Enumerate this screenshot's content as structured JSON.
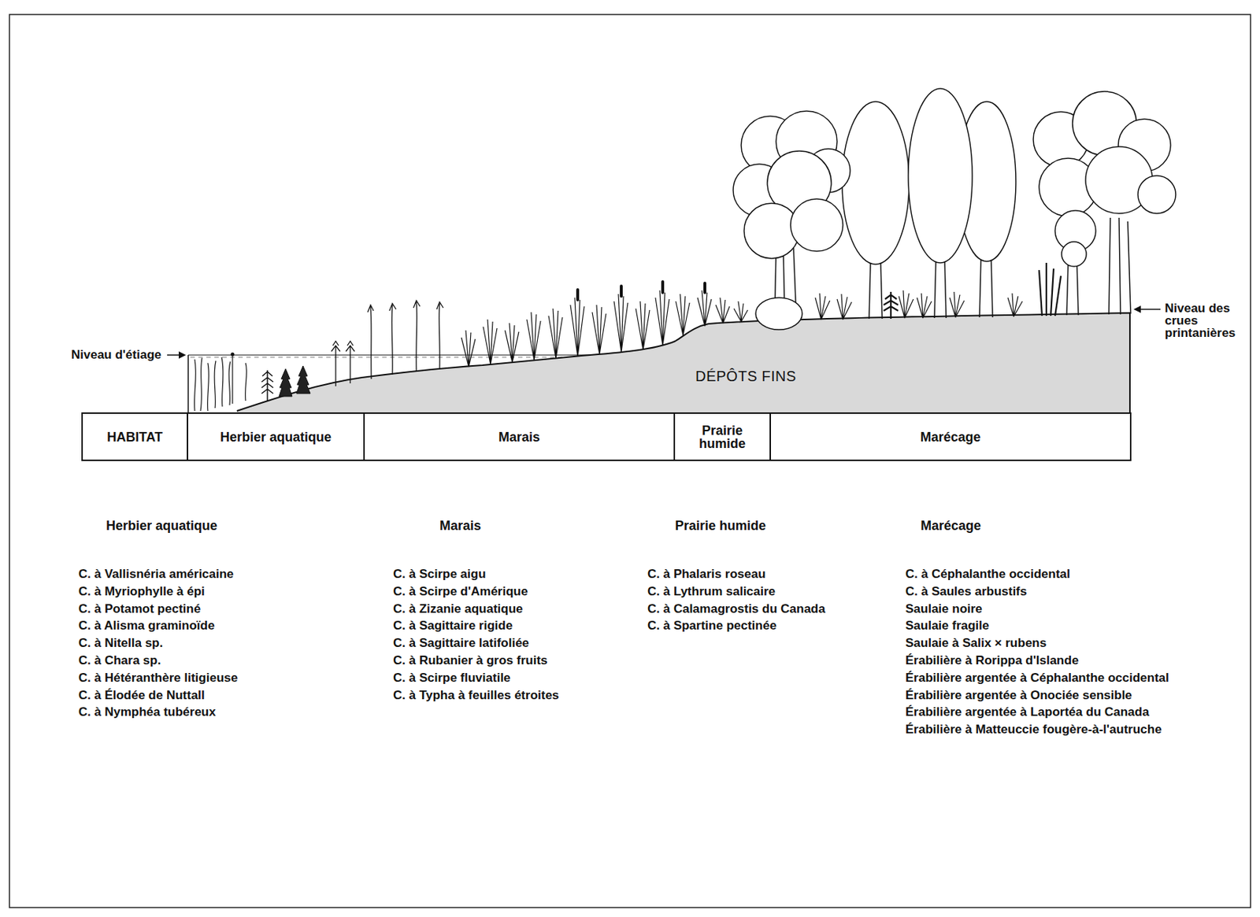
{
  "diagram": {
    "nodes": [
      {
        "text": [
          "HABITAT"
        ]
      },
      {
        "text": [
          "Herbier aquatique"
        ]
      },
      {
        "text": [
          "Marais"
        ]
      },
      {
        "text": [
          "Prairie humide"
        ]
      },
      {
        "text": [
          "Marécage"
        ]
      }
    ],
    "labels": [
      "Niveau d'étiage",
      "Niveau des crues printanières",
      "DÉPÔTS FINS",
      "Herbier aquatique",
      "C. à Vallisnéria américaine",
      "C. à Myriophylle à épi",
      "C. à Potamot pectiné",
      "C. à Alisma graminoïde",
      "C. à Nitella sp.",
      "C. à Chara sp.",
      "C. à Hétéranthère litigieuse",
      "C. à Élodée de Nuttall",
      "C. à Nymphéa tubéreux",
      "Marais",
      "C. à Scirpe aigu",
      "C. à Scirpe d'Amérique",
      "C. à Zizanie aquatique",
      "C. à Sagittaire rigide",
      "C. à Sagittaire latifoliée",
      "C. à Rubanier à gros fruits",
      "C. à Scirpe fluviatile",
      "C. à Typha à feuilles étroites",
      "Prairie humide",
      "C. à Phalaris roseau",
      "C. à Lythrum salicaire",
      "C. à Calamagrostis du Canada",
      "C. à Spartine pectinée",
      "Marécage",
      "C. à Céphalanthe occidental",
      "C. à Saules arbustifs",
      "Saulaie noire",
      "Saulaie fragile",
      "Saulaie à Salix × rubens",
      "Érabilière à Rorippa d'Islande",
      "Érabilière argentée à Céphalanthe occidental",
      "Érabilière argentée à Onociée sensible",
      "Érabilière argentée à Laportéa du Canada",
      "Érabilière à Matteuccie fougère-à-l'autruche"
    ]
  }
}
